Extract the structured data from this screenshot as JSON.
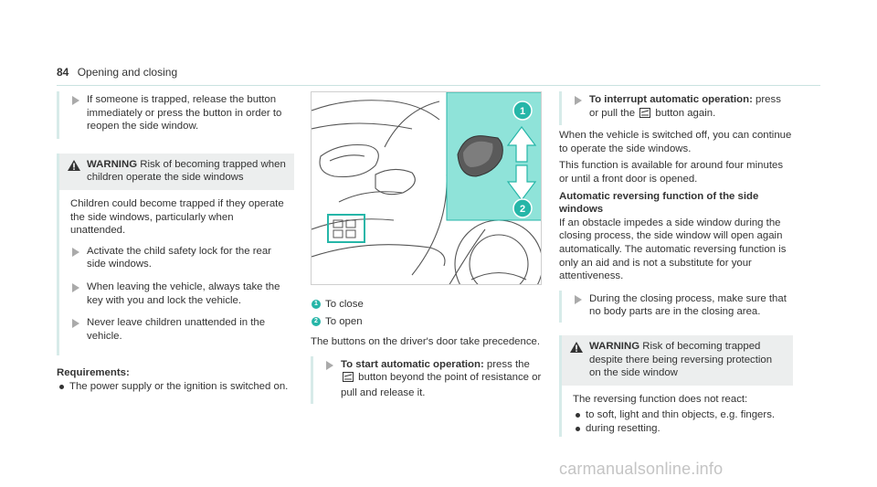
{
  "header": {
    "page_number": "84",
    "section": "Opening and closing"
  },
  "col1": {
    "top_instruction": "If someone is trapped, release the button immediately or press the button in order to reopen the side window.",
    "warning": {
      "label": "WARNING",
      "title": "Risk of becoming trapped when children operate the side windows",
      "body": "Children could become trapped if they operate the side windows, particularly when unattended.",
      "steps": [
        "Activate the child safety lock for the rear side windows.",
        "When leaving the vehicle, always take the key with you and lock the vehicle.",
        "Never leave children unattended in the vehicle."
      ]
    },
    "requirements_label": "Requirements:",
    "requirements": [
      "The power supply or the ignition is switched on."
    ]
  },
  "col2": {
    "legend": [
      {
        "num": "1",
        "text": "To close"
      },
      {
        "num": "2",
        "text": "To open"
      }
    ],
    "intro": "The buttons on the driver's door take precedence.",
    "start_bold": "To start automatic operation:",
    "start_pre": "press the",
    "start_post": "button beyond the point of resistance or pull and release it."
  },
  "col3": {
    "interrupt_bold": "To interrupt automatic operation:",
    "interrupt_pre": "press or pull the",
    "interrupt_post": "button again.",
    "after_off": "When the vehicle is switched off, you can continue to operate the side windows.",
    "available": "This function is available for around four minutes or until a front door is opened.",
    "reversing_title": "Automatic reversing function of the side windows",
    "reversing_body": "If an obstacle impedes a side window during the closing process, the side window will open again automatically. The automatic reversing function is only an aid and is not a substitute for your attentiveness.",
    "closing_step": "During the closing process, make sure that no body parts are in the closing area.",
    "warning": {
      "label": "WARNING",
      "title": "Risk of becoming trapped despite there being reversing protection on the side window",
      "body": "The reversing function does not react:",
      "bullets": [
        "to soft, light and thin objects, e.g. fingers.",
        "during resetting."
      ]
    }
  },
  "watermark": "carmanualsonline.info",
  "colors": {
    "accent": "#26b6a8",
    "panel": "#8fe3d9",
    "rule": "#d7ebe9"
  }
}
